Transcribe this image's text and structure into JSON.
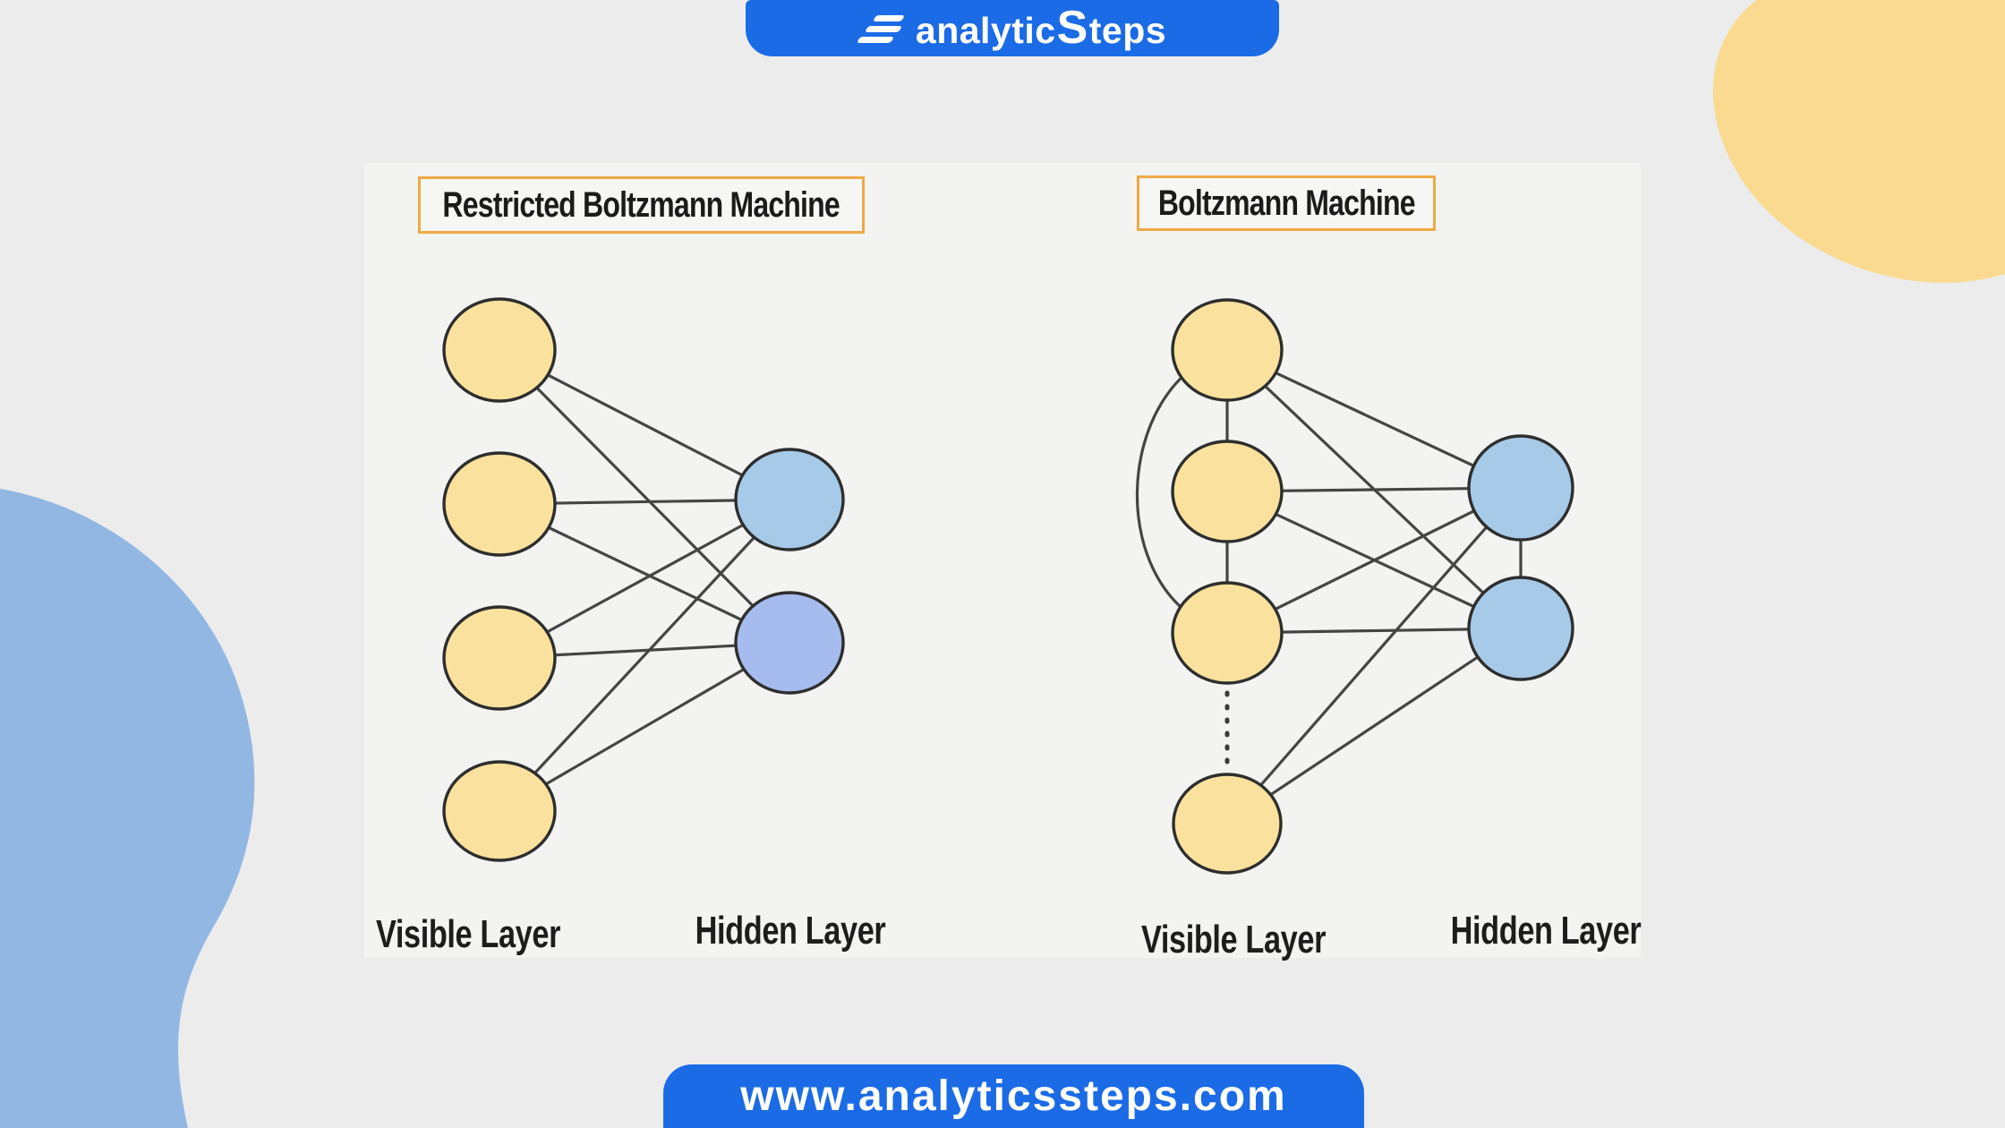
{
  "colors": {
    "background": "#ECECEC",
    "panel": "#F3F3F1",
    "brand_blue": "#1B6BE6",
    "blob_yellow": "#FADA90",
    "blob_blue": "#93B7E3",
    "title_border": "#F0A944",
    "node_visible": "#FAE29E",
    "node_hidden": "#A7CAE9",
    "node_hidden_alt": "#A6BCEE",
    "node_outline": "#2E2E2E",
    "edge": "#454545",
    "text": "#1D1D1D"
  },
  "header": {
    "logo_icon": "steps-stripes-icon",
    "logo_prefix": "analytic",
    "logo_s": "S",
    "logo_suffix": "teps"
  },
  "footer": {
    "url": "www.analyticssteps.com"
  },
  "diagrams": [
    {
      "title": "Restricted Boltzmann Machine",
      "visible_label": "Visible Layer",
      "hidden_label": "Hidden Layer",
      "visible_nodes": 4,
      "hidden_nodes": 2,
      "connections": "every visible node connects to every hidden node; no intra-layer connections"
    },
    {
      "title": "Boltzmann Machine",
      "visible_label": "Visible Layer",
      "hidden_label": "Hidden Layer",
      "visible_nodes": 4,
      "hidden_nodes": 2,
      "connections": "every visible node connects to every hidden node; plus visible-visible links (v1-v2, v2-v3, arc v1-v3), hidden-hidden link (h1-h2), dotted ellipsis between 3rd and 4th visible node"
    }
  ]
}
